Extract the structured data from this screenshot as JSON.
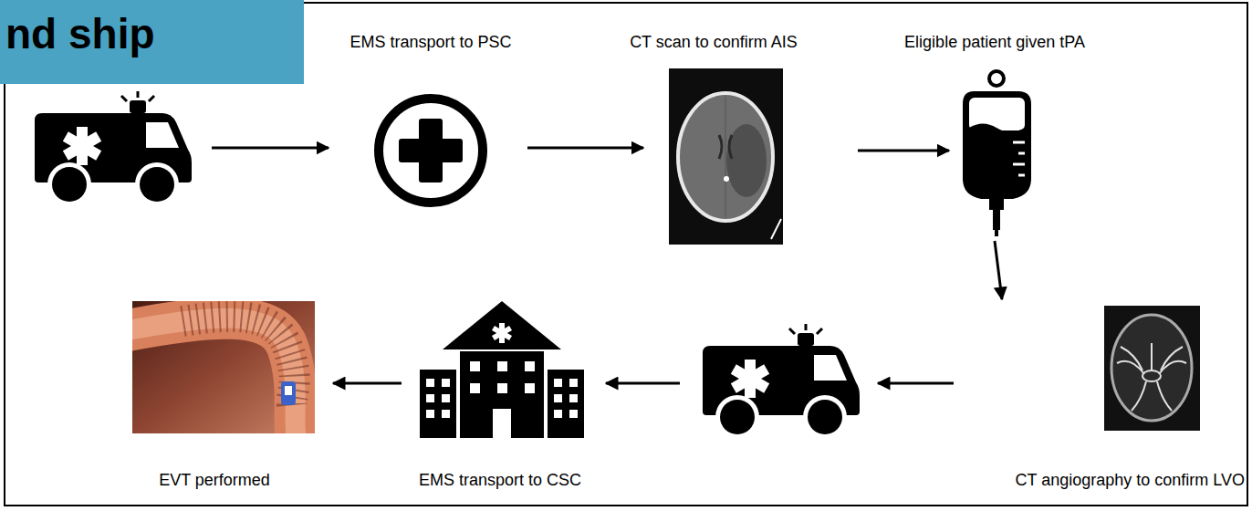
{
  "diagram": {
    "title": "nd ship",
    "nodes": [
      {
        "text": [
          "EMS transport to PSC"
        ]
      },
      {
        "text": [
          "CT scan to confirm AIS"
        ]
      },
      {
        "text": [
          "Eligible patient given tPA"
        ]
      },
      {
        "text": [
          "CT angiography to confirm LVO"
        ]
      },
      {
        "text": [
          "EMS transport to CSC"
        ]
      },
      {
        "text": [
          "EVT performed"
        ]
      }
    ],
    "edges": [
      {
        "from": 0,
        "to": 1,
        "arrow": "to"
      },
      {
        "from": 1,
        "to": 2,
        "arrow": "to"
      },
      {
        "from": 2,
        "to": 3,
        "arrow": "to"
      },
      {
        "from": 4,
        "to": 5,
        "arrow": "to"
      }
    ]
  }
}
